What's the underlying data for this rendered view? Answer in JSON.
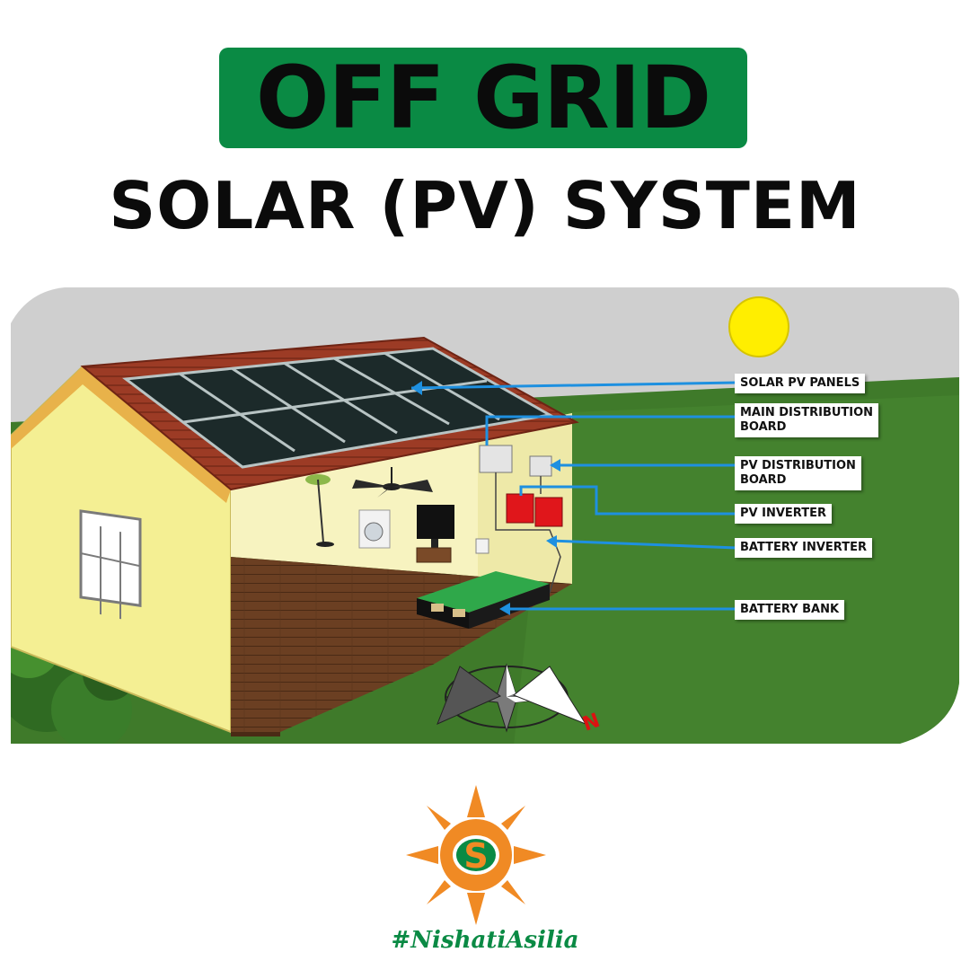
{
  "header": {
    "title": "OFF GRID",
    "subtitle": "SOLAR (PV) SYSTEM"
  },
  "labels": {
    "solar_pv_panels": "SOLAR PV PANELS",
    "main_distribution_board": "MAIN DISTRIBUTION\nBOARD",
    "pv_distribution_board": "PV DISTRIBUTION\nBOARD",
    "pv_inverter": "PV INVERTER",
    "battery_inverter": "BATTERY INVERTER",
    "battery_bank": "BATTERY BANK"
  },
  "compass": {
    "north": "N"
  },
  "logo": {
    "letter": "S"
  },
  "footer": {
    "hashtag": "#NishatiAsilia"
  },
  "colors": {
    "brand_green": "#0a8a44",
    "sun_orange": "#f08a24",
    "leader_blue": "#1e90e0",
    "grass": "#3f7a2a",
    "sky": "#cfcfcf"
  }
}
